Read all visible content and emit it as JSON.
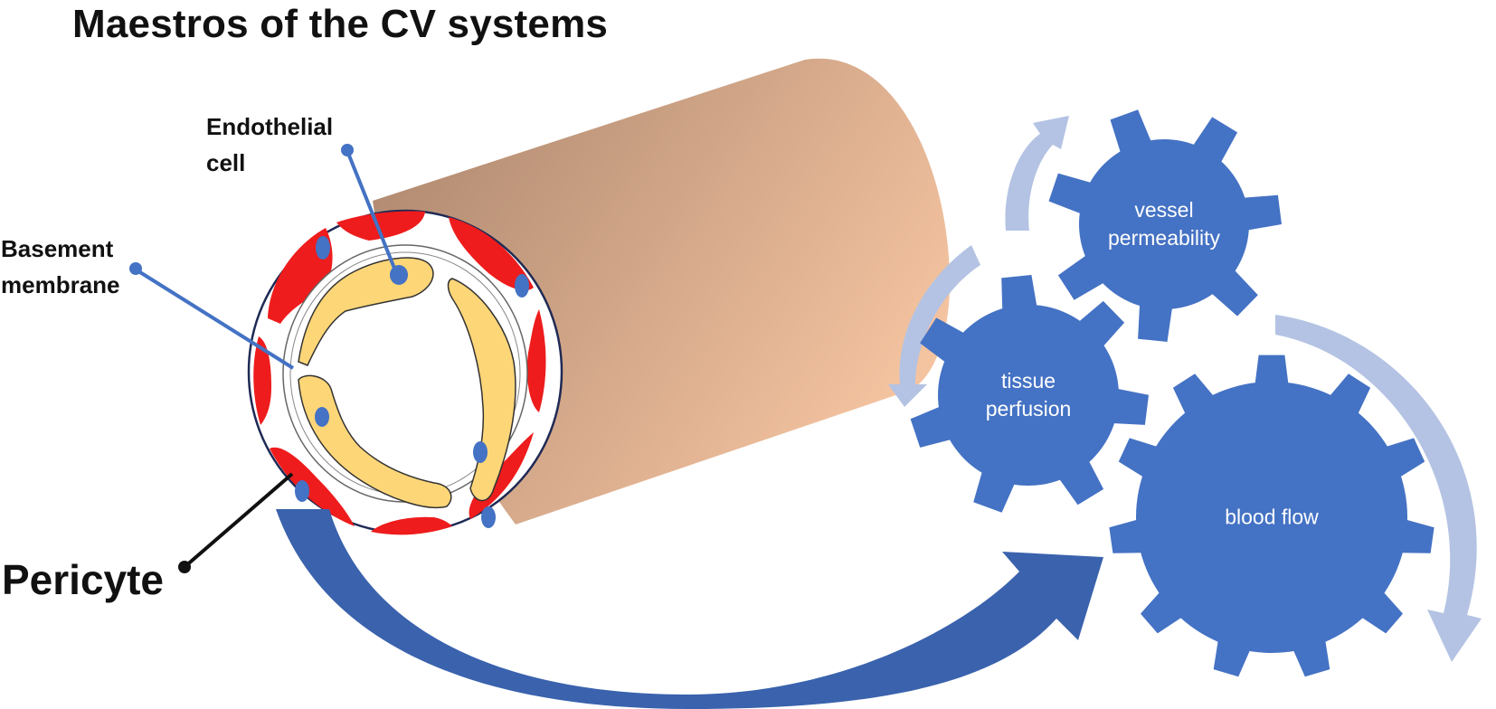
{
  "title": "Maestros of the CV systems",
  "labels": {
    "endothelial_line1": "Endothelial",
    "endothelial_line2": "cell",
    "basement_line1": "Basement",
    "basement_line2": "membrane",
    "pericyte": "Pericyte"
  },
  "gears": {
    "vessel_permeability_line1": "vessel",
    "vessel_permeability_line2": "permeability",
    "tissue_perfusion_line1": "tissue",
    "tissue_perfusion_line2": "perfusion",
    "blood_flow": "blood flow"
  },
  "colors": {
    "gear": "#4472c4",
    "gear_arrow": "#b4c3e3",
    "big_arrow": "#3a62ad",
    "pericyte": "#ee1c1c",
    "endothelial": "#fdd678",
    "nucleus": "#4472c4",
    "vessel_dark": "#a9846c",
    "vessel_light": "#f4c3a0",
    "pointer_line": "#4472c4"
  }
}
